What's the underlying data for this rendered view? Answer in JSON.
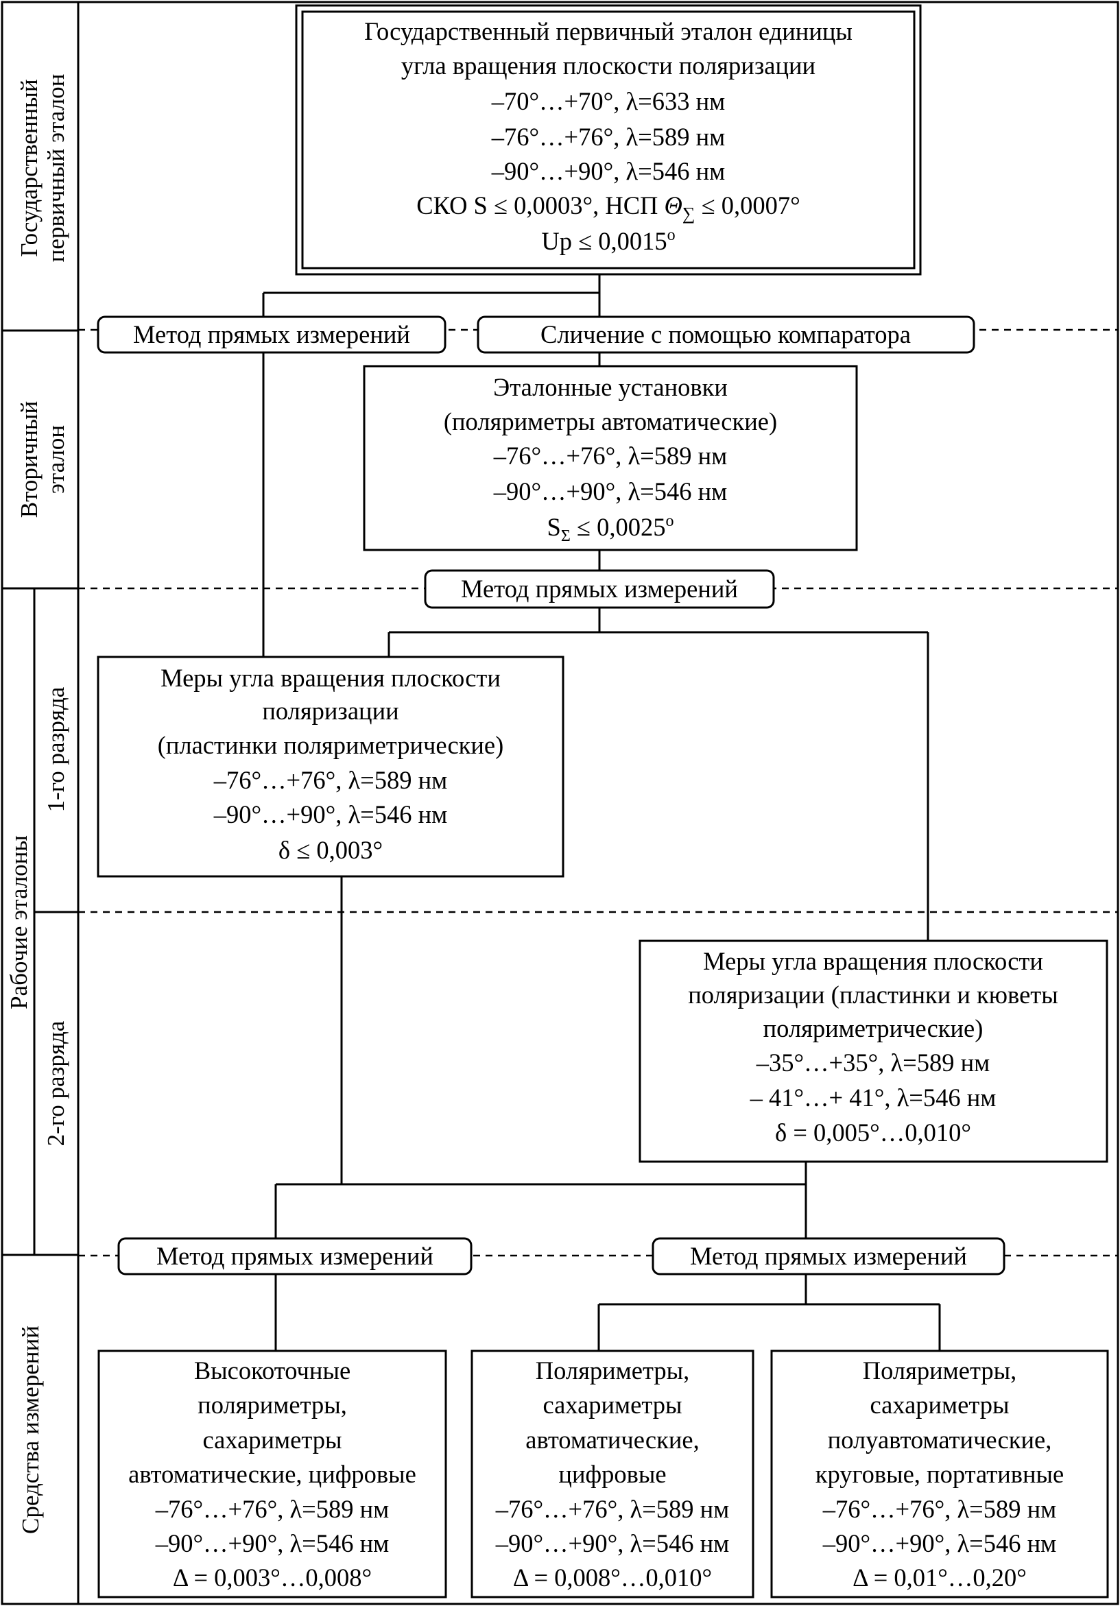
{
  "side_labels": {
    "primary": [
      "Государственный",
      "первичный эталон"
    ],
    "secondary": [
      "Вторичный",
      "эталон"
    ],
    "working": "Рабочие эталоны",
    "rank1": "1-го разряда",
    "rank2": "2-го разряда",
    "instruments": "Средства измерений"
  },
  "primary_standard": {
    "lines": [
      "Государственный первичный эталон единицы",
      "угла вращения плоскости поляризации",
      "–70°…+70°, λ=633 нм",
      "–76°…+76°, λ=589 нм",
      "–90°…+90°, λ=546 нм"
    ],
    "precision": {
      "sko": "СКО S ≤ 0,0003°, НСП ",
      "theta": "Θ",
      "sigma": "∑",
      "nsp_value": " ≤ 0,0007°"
    },
    "uncertainty": {
      "base": "Up ≤ 0,0015",
      "degree": "o"
    }
  },
  "methods": {
    "direct_top": "Метод прямых измерений",
    "comparator": "Сличение с помощью компаратора",
    "direct_mid": "Метод прямых измерений",
    "direct_left": "Метод прямых измерений",
    "direct_right": "Метод прямых измерений"
  },
  "secondary_standard": {
    "lines": [
      "Эталонные установки",
      "(поляриметры автоматические)",
      "–76°…+76°, λ=589 нм",
      "–90°…+90°, λ=546 нм"
    ],
    "s_value": {
      "base": "S",
      "sub": "Σ",
      "rest": " ≤ 0,0025",
      "degree": "o"
    }
  },
  "rank1_standard": {
    "lines": [
      "Меры угла вращения плоскости",
      "поляризации",
      "(пластинки поляриметрические)",
      "–76°…+76°, λ=589 нм",
      "–90°…+90°, λ=546 нм",
      "δ ≤ 0,003°"
    ]
  },
  "rank2_standard": {
    "lines": [
      "Меры угла вращения плоскости",
      "поляризации (пластинки и кюветы",
      "поляриметрические)",
      "–35°…+35°, λ=589 нм",
      "– 41°…+ 41°, λ=546 нм",
      "δ = 0,005°…0,010°"
    ]
  },
  "instruments": [
    {
      "lines": [
        "Высокоточные",
        "поляриметры,",
        "сахариметры",
        "автоматические, цифровые",
        "–76°…+76°, λ=589 нм",
        "–90°…+90°, λ=546 нм",
        "Δ = 0,003°…0,008°"
      ]
    },
    {
      "lines": [
        "Поляриметры,",
        "сахариметры",
        "автоматические,",
        "цифровые",
        "–76°…+76°, λ=589 нм",
        "–90°…+90°, λ=546 нм",
        "Δ = 0,008°…0,010°"
      ]
    },
    {
      "lines": [
        "Поляриметры,",
        "сахариметры",
        "полуавтоматические,",
        "круговые, портативные",
        "–76°…+76°, λ=589 нм",
        "–90°…+90°, λ=546 нм",
        "Δ = 0,01°…0,20°"
      ]
    }
  ]
}
